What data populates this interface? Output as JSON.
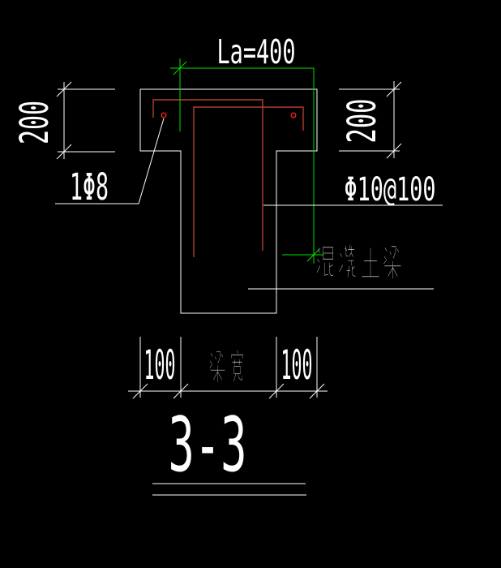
{
  "drawing": {
    "section_title": "3-3",
    "dims": {
      "anchorage": "La=400",
      "flange_thickness_left": "200",
      "flange_thickness_right": "200",
      "overhang_left": "100",
      "beam_width_label": "梁宽",
      "overhang_right": "100"
    },
    "labels": {
      "top_bar": "1Φ8",
      "stirrup": "Φ10@100",
      "concrete_beam": "混凝土梁"
    },
    "colors": {
      "background": "#000000",
      "outline": "#ffffff",
      "dimension_accent_green": "#00e000",
      "rebar": "#b2402c",
      "rebar_dot": "#e82418"
    }
  }
}
